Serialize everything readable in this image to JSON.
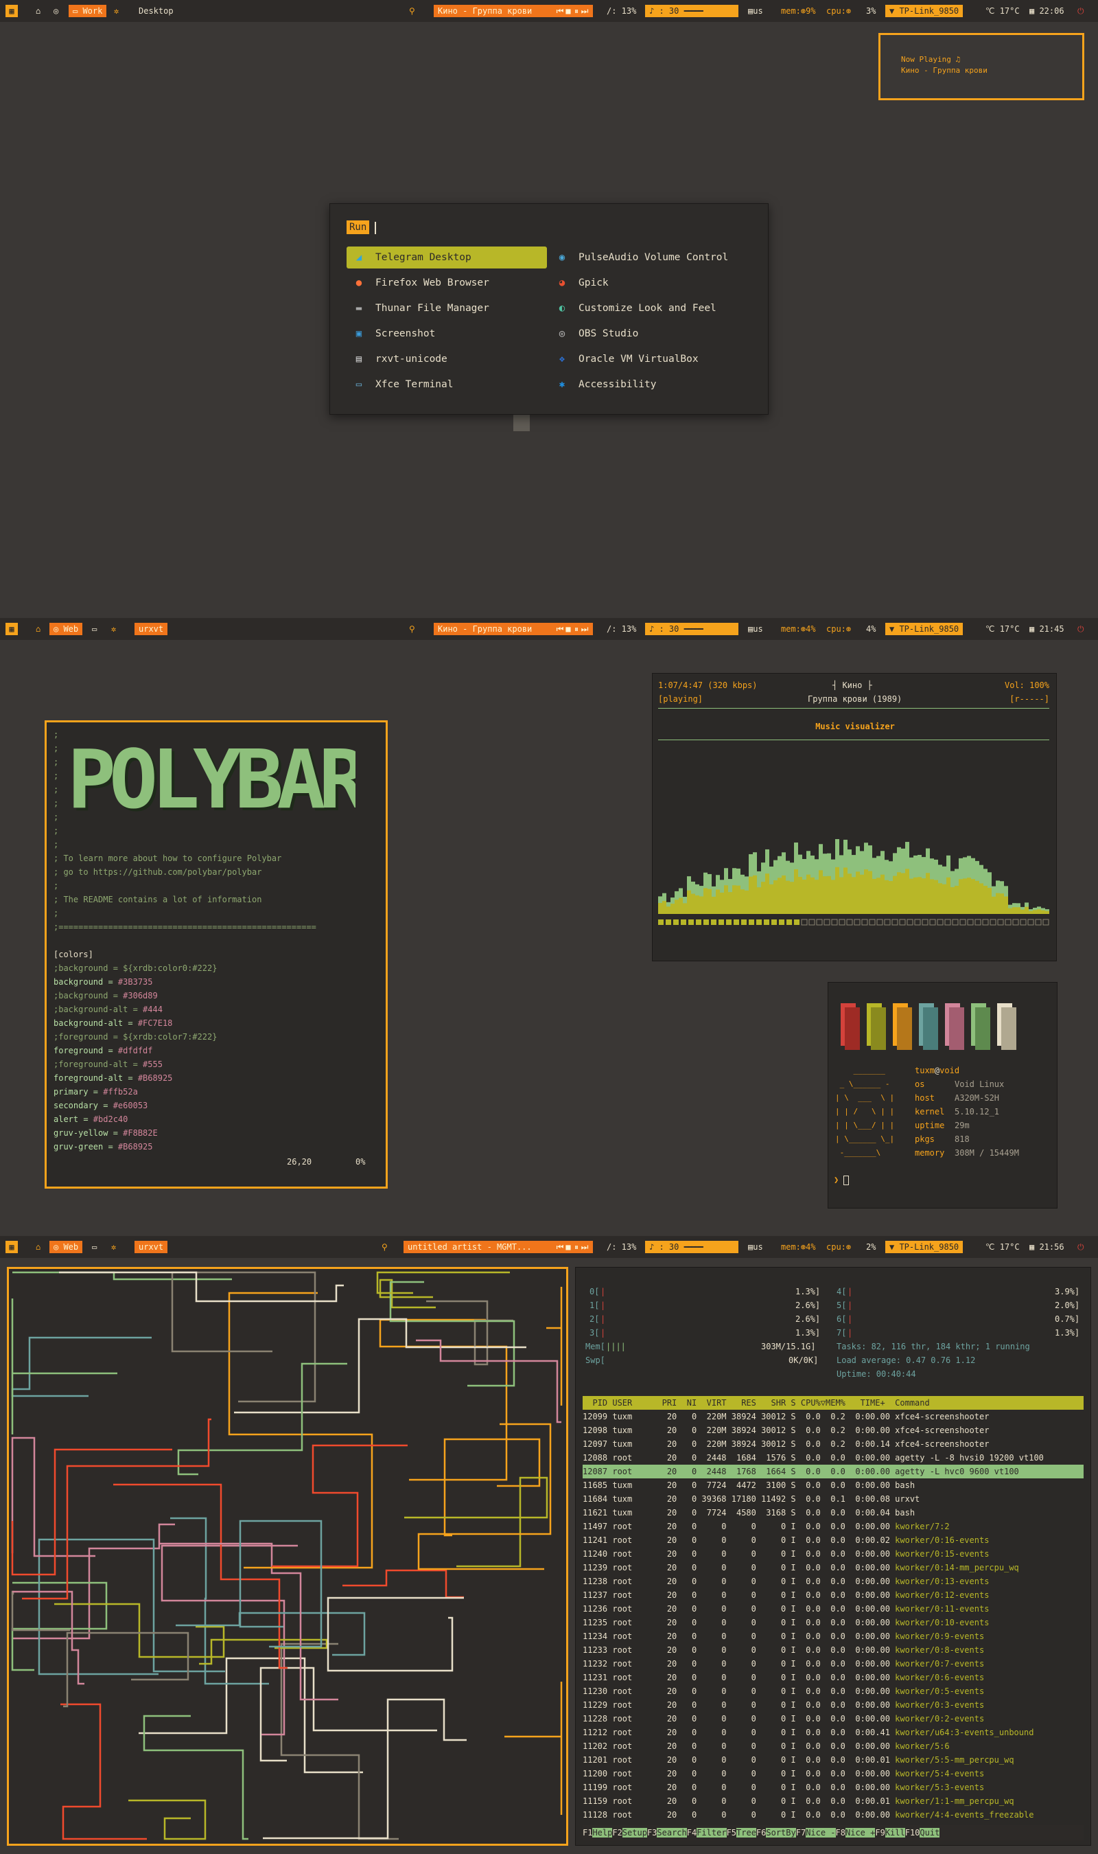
{
  "colors": {
    "accent": "#f6a31c",
    "accent_orange": "#f0751b",
    "bg": "#3a3735",
    "bar_bg": "#2d2a28",
    "selected": "#b8b728",
    "green": "#8ec07c",
    "pink": "#d3869b",
    "red": "#d3423b"
  },
  "bar1": {
    "workspace": "Work",
    "window_title": "Desktop",
    "player": "Кино - Группа крови",
    "disk": "/: 13%",
    "volume": "♪ : 30",
    "kbd": "us",
    "mem": "mem:⊛9%",
    "cpu": "cpu:⊛",
    "cpu_val": "3%",
    "wifi": "TP-Link_9850",
    "temp": "17°C",
    "time": "22:06"
  },
  "bar2": {
    "workspace": "Web",
    "window_title": "urxvt",
    "player": "Кино - Группа крови",
    "disk": "/: 13%",
    "volume": "♪ : 30",
    "kbd": "us",
    "mem": "mem:⊛4%",
    "cpu": "cpu:⊛",
    "cpu_val": "4%",
    "wifi": "TP-Link_9850",
    "temp": "17°C",
    "time": "21:45"
  },
  "bar3": {
    "workspace": "Web",
    "window_title": "urxvt",
    "player": "untitled artist - MGMT...",
    "disk": "/: 13%",
    "volume": "♪ : 30",
    "kbd": "us",
    "mem": "mem:⊛4%",
    "cpu": "cpu:⊛",
    "cpu_val": "2%",
    "wifi": "TP-Link_9850",
    "temp": "17°C",
    "time": "21:56"
  },
  "popup": {
    "line1": "Now Playing ♫",
    "line2": "Кино - Группа крови"
  },
  "launcher": {
    "prompt": "Run",
    "left": [
      "Telegram Desktop",
      "Firefox Web Browser",
      "Thunar File Manager",
      "Screenshot",
      "rxvt-unicode",
      "Xfce Terminal"
    ],
    "right": [
      "PulseAudio Volume Control",
      "Gpick",
      "Customize Look and Feel",
      "OBS Studio",
      "Oracle VM VirtualBox",
      "Accessibility"
    ]
  },
  "editor": {
    "logo": "POLYBAR",
    "comments": [
      ";",
      ";",
      ";",
      ";",
      ";",
      ";",
      ";",
      ";",
      ";",
      "; To learn more about how to configure Polybar",
      ";   go to https://github.com/polybar/polybar",
      ";",
      ";   The README contains a lot of information",
      ";",
      ";===================================================="
    ],
    "section": "[colors]",
    "lines": [
      {
        "k": ";background = ${xrdb:color0:#222}",
        "v": ""
      },
      {
        "k": "background = ",
        "v": "#3B3735"
      },
      {
        "k": ";background = ",
        "v": "#306d89"
      },
      {
        "k": ";background-alt = ",
        "v": "#444"
      },
      {
        "k": "background-alt = ",
        "v": "#FC7E18"
      },
      {
        "k": ";foreground = ${xrdb:color7:#222}",
        "v": ""
      },
      {
        "k": "foreground = ",
        "v": "#dfdfdf"
      },
      {
        "k": ";foreground-alt = ",
        "v": "#555"
      },
      {
        "k": "foreground-alt = ",
        "v": "#B68925"
      },
      {
        "k": "primary = ",
        "v": "#ffb52a"
      },
      {
        "k": "secondary = ",
        "v": "#e60053"
      },
      {
        "k": "alert = ",
        "v": "#bd2c40"
      },
      {
        "k": "gruv-yellow = ",
        "v": "#F8B82E"
      },
      {
        "k": "gruv-green = ",
        "v": "#B68925"
      }
    ],
    "position": "26,20",
    "percent": "0%"
  },
  "music": {
    "time": "1:07/4:47 (320 kbps)",
    "state": "[playing]",
    "artist": "Кино",
    "album": "Группа крови (1989)",
    "volume": "Vol: 100%",
    "flags": "[r-----]",
    "title": "Music visualizer"
  },
  "neofetch": {
    "user": "tuxm",
    "host_sep": "@",
    "hostname": "void",
    "rows": [
      [
        "os",
        "Void Linux"
      ],
      [
        "host",
        "A320M-S2H"
      ],
      [
        "kernel",
        "5.10.12_1"
      ],
      [
        "uptime",
        "29m"
      ],
      [
        "pkgs",
        "818"
      ],
      [
        "memory",
        "308M / 15449M"
      ]
    ],
    "prompt": "❯"
  },
  "htop": {
    "cpus": [
      {
        "n": "0",
        "v": "1.3%"
      },
      {
        "n": "1",
        "v": "2.6%"
      },
      {
        "n": "2",
        "v": "2.6%"
      },
      {
        "n": "3",
        "v": "1.3%"
      },
      {
        "n": "4",
        "v": "3.9%"
      },
      {
        "n": "5",
        "v": "2.0%"
      },
      {
        "n": "6",
        "v": "0.7%"
      },
      {
        "n": "7",
        "v": "1.3%"
      }
    ],
    "mem": "303M/15.1G",
    "swp": "0K/0K",
    "tasks": "Tasks: 82, 116 thr, 184 kthr; 1 running",
    "load": "Load average: 0.47 0.76 1.12",
    "uptime": "Uptime: 00:40:44",
    "header": "  PID USER      PRI  NI  VIRT   RES   SHR S CPU%▽MEM%   TIME+  Command",
    "rows": [
      "12099 tuxm       20   0  220M 38924 30012 S  0.0  0.2  0:00.00 xfce4-screenshooter",
      "12098 tuxm       20   0  220M 38924 30012 S  0.0  0.2  0:00.00 xfce4-screenshooter",
      "12097 tuxm       20   0  220M 38924 30012 S  0.0  0.2  0:00.14 xfce4-screenshooter",
      "12088 root       20   0  2448  1684  1576 S  0.0  0.0  0:00.00 agetty -L -8 hvsi0 19200 vt100",
      "12087 root       20   0  2448  1768  1664 S  0.0  0.0  0:00.00 agetty -L hvc0 9600 vt100",
      "11685 tuxm       20   0  7724  4472  3100 S  0.0  0.0  0:00.00 bash",
      "11684 tuxm       20   0 39368 17180 11492 S  0.0  0.1  0:00.08 urxvt",
      "11621 tuxm       20   0  7724  4580  3168 S  0.0  0.0  0:00.04 bash",
      "11497 root       20   0     0     0     0 I  0.0  0.0  0:00.00 kworker/7:2",
      "11241 root       20   0     0     0     0 I  0.0  0.0  0:00.02 kworker/0:16-events",
      "11240 root       20   0     0     0     0 I  0.0  0.0  0:00.00 kworker/0:15-events",
      "11239 root       20   0     0     0     0 I  0.0  0.0  0:00.00 kworker/0:14-mm_percpu_wq",
      "11238 root       20   0     0     0     0 I  0.0  0.0  0:00.00 kworker/0:13-events",
      "11237 root       20   0     0     0     0 I  0.0  0.0  0:00.00 kworker/0:12-events",
      "11236 root       20   0     0     0     0 I  0.0  0.0  0:00.00 kworker/0:11-events",
      "11235 root       20   0     0     0     0 I  0.0  0.0  0:00.00 kworker/0:10-events",
      "11234 root       20   0     0     0     0 I  0.0  0.0  0:00.00 kworker/0:9-events",
      "11233 root       20   0     0     0     0 I  0.0  0.0  0:00.00 kworker/0:8-events",
      "11232 root       20   0     0     0     0 I  0.0  0.0  0:00.00 kworker/0:7-events",
      "11231 root       20   0     0     0     0 I  0.0  0.0  0:00.00 kworker/0:6-events",
      "11230 root       20   0     0     0     0 I  0.0  0.0  0:00.00 kworker/0:5-events",
      "11229 root       20   0     0     0     0 I  0.0  0.0  0:00.00 kworker/0:3-events",
      "11228 root       20   0     0     0     0 I  0.0  0.0  0:00.00 kworker/0:2-events",
      "11212 root       20   0     0     0     0 I  0.0  0.0  0:00.41 kworker/u64:3-events_unbound",
      "11202 root       20   0     0     0     0 I  0.0  0.0  0:00.00 kworker/5:6",
      "11201 root       20   0     0     0     0 I  0.0  0.0  0:00.01 kworker/5:5-mm_percpu_wq",
      "11200 root       20   0     0     0     0 I  0.0  0.0  0:00.00 kworker/5:4-events",
      "11199 root       20   0     0     0     0 I  0.0  0.0  0:00.00 kworker/5:3-events",
      "11159 root       20   0     0     0     0 I  0.0  0.0  0:00.01 kworker/1:1-mm_percpu_wq",
      "11128 root       20   0     0     0     0 I  0.0  0.0  0:00.00 kworker/4:4-events_freezable"
    ],
    "fkeys": [
      [
        "F1",
        "Help"
      ],
      [
        "F2",
        "Setup"
      ],
      [
        "F3",
        "Search"
      ],
      [
        "F4",
        "Filter"
      ],
      [
        "F5",
        "Tree"
      ],
      [
        "F6",
        "SortBy"
      ],
      [
        "F7",
        "Nice -"
      ],
      [
        "F8",
        "Nice +"
      ],
      [
        "F9",
        "Kill"
      ],
      [
        "F10",
        "Quit"
      ]
    ]
  }
}
